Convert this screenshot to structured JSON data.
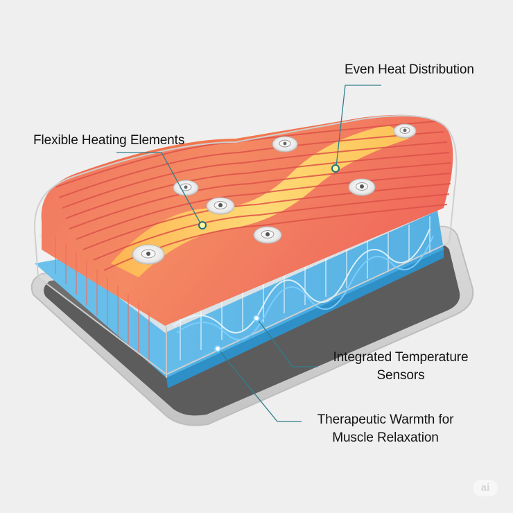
{
  "illustration": {
    "subject": "heating pad exploded cross-section",
    "colors": {
      "background": "#efefef",
      "heating_wire": "#e8463a",
      "heating_fill": "#f26a50",
      "warm_core": "#ffc93c",
      "cooling_layer": "#4fb3e8",
      "foam_layer": "#e6e6e6",
      "base_mat": "#5a5a5a",
      "base_frame": "#cfcfcf",
      "leader_line": "#2f7f8c",
      "label_text": "#111111"
    },
    "sensor_count": 7
  },
  "callouts": {
    "even_heat": {
      "text": "Even Heat Distribution"
    },
    "flexible_heating": {
      "text": "Flexible Heating Elements"
    },
    "temp_sensors": {
      "line1": "Integrated Temperature",
      "line2": "Sensors"
    },
    "therapeutic": {
      "line1": "Therapeutic Warmth for",
      "line2": "Muscle Relaxation"
    }
  },
  "watermark": {
    "text": "ai"
  }
}
